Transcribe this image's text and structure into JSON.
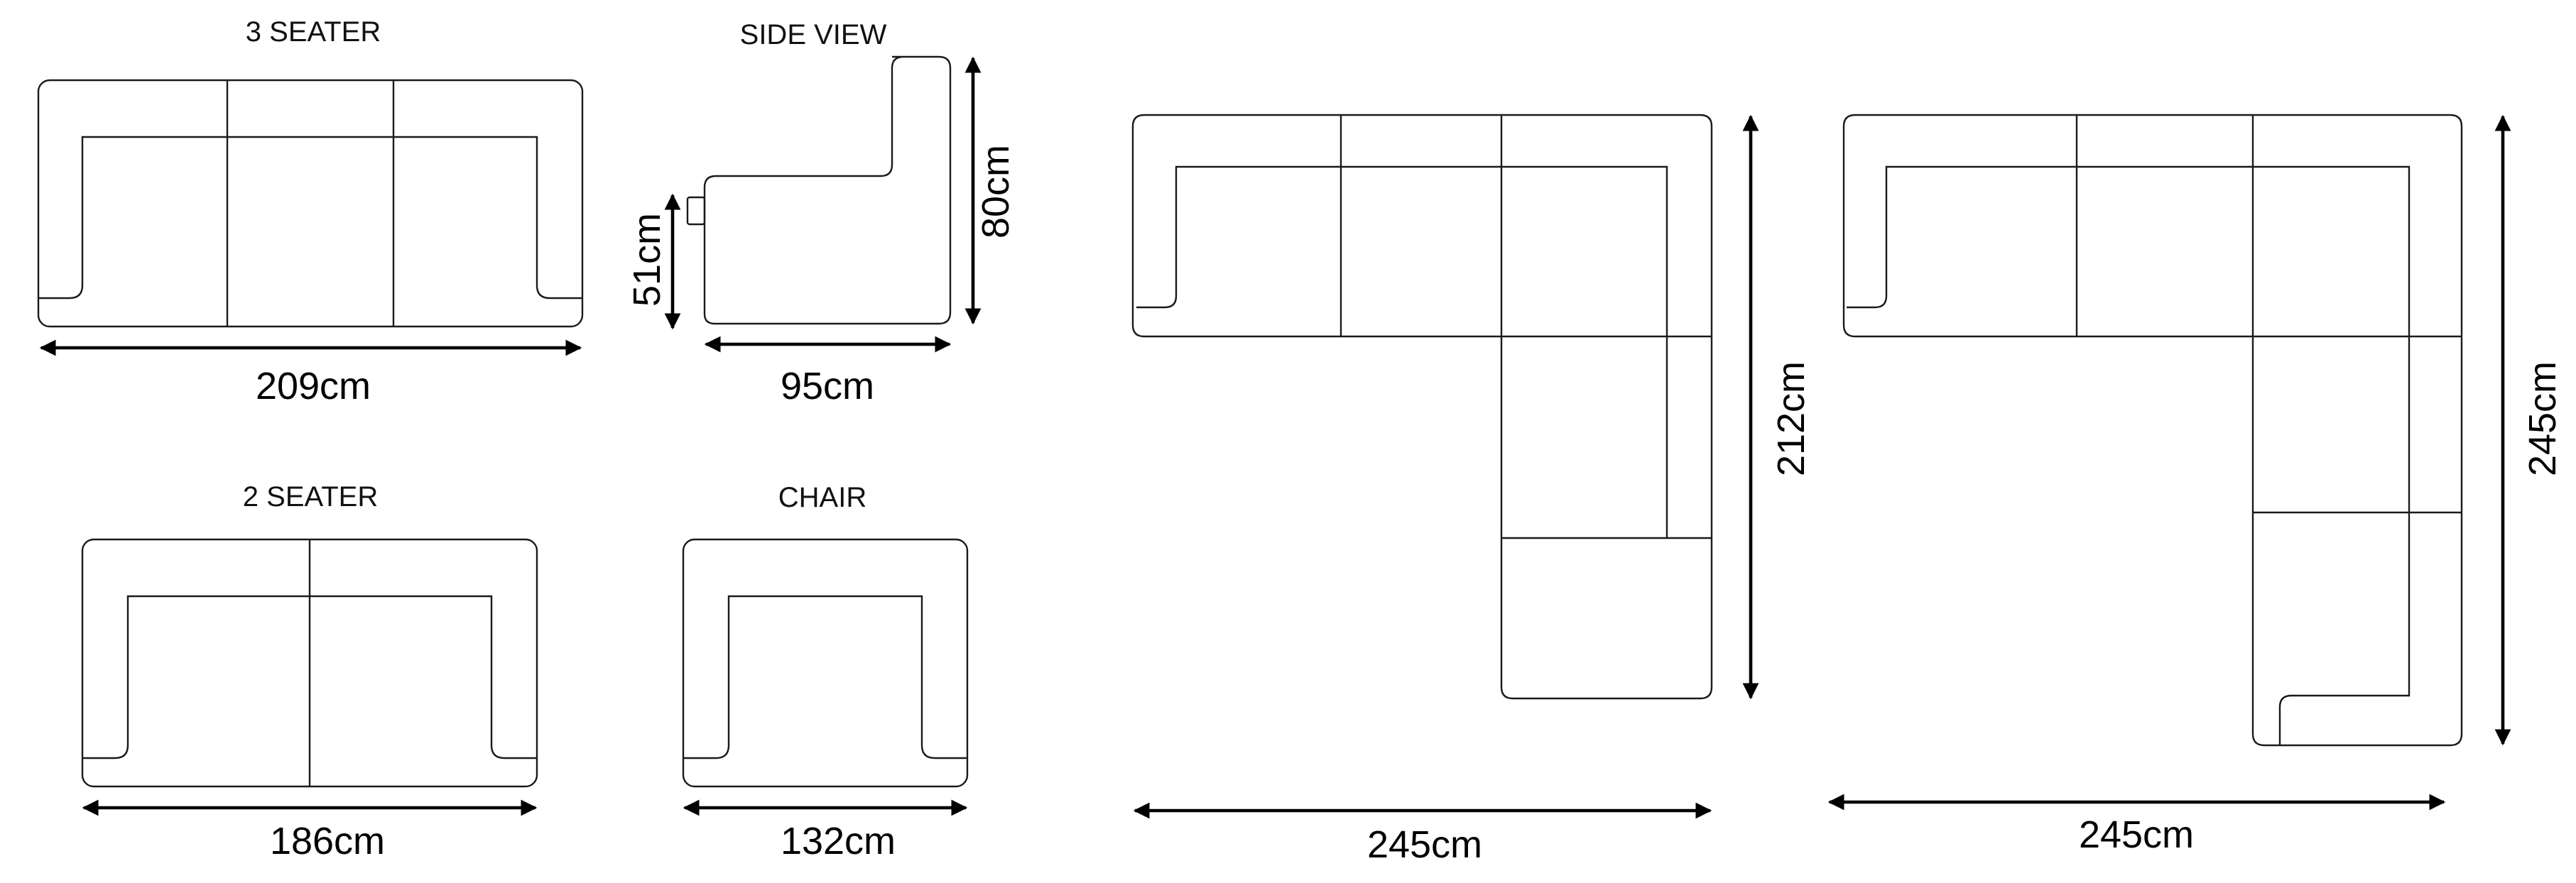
{
  "labels": {
    "three_seater": "3 SEATER",
    "side_view": "SIDE VIEW",
    "two_seater": "2 SEATER",
    "chair": "CHAIR"
  },
  "dimensions": {
    "three_seater_width": "209cm",
    "side_view_depth": "95cm",
    "side_view_height": "80cm",
    "side_view_seat_height": "51cm",
    "two_seater_width": "186cm",
    "chair_width": "132cm",
    "corner_l_width": "245cm",
    "corner_l_height": "212cm",
    "corner_u_width": "245cm",
    "corner_u_height": "245cm"
  }
}
